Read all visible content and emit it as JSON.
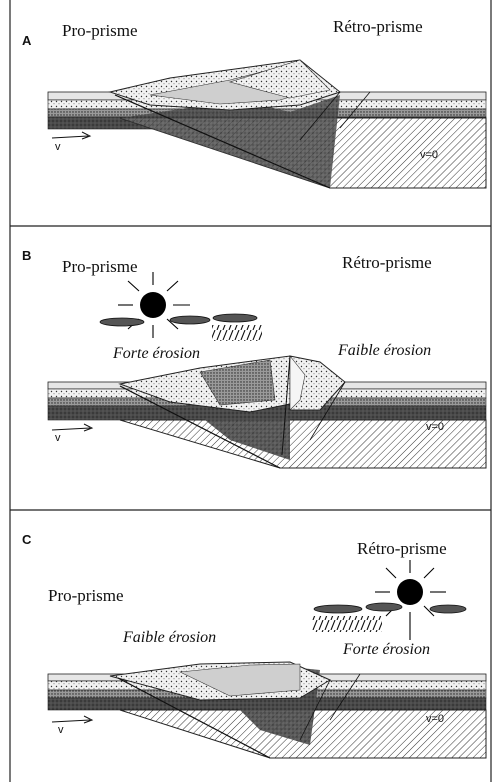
{
  "panels": [
    {
      "letter": "A",
      "left_label": "Pro-prisme",
      "right_label": "Rétro-prisme",
      "velocity_label": "v",
      "zero_label": "v=0"
    },
    {
      "letter": "B",
      "left_label": "Pro-prisme",
      "right_label": "Rétro-prisme",
      "left_erosion": "Forte érosion",
      "right_erosion": "Faible érosion",
      "velocity_label": "v",
      "zero_label": "v=0"
    },
    {
      "letter": "C",
      "left_label": "Pro-prisme",
      "right_label": "Rétro-prisme",
      "left_erosion": "Faible érosion",
      "right_erosion": "Forte érosion",
      "velocity_label": "v",
      "zero_label": "v=0"
    }
  ]
}
